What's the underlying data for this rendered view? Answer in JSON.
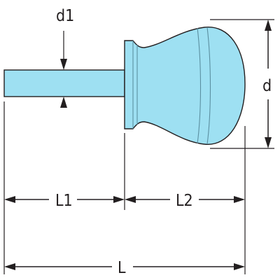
{
  "labels": {
    "shaft_diameter": "d1",
    "handle_diameter": "d",
    "shaft_length": "L1",
    "handle_length": "L2",
    "overall_length": "L"
  },
  "colors": {
    "tool_fill": "#9ee0f2",
    "outline": "#231f20"
  }
}
